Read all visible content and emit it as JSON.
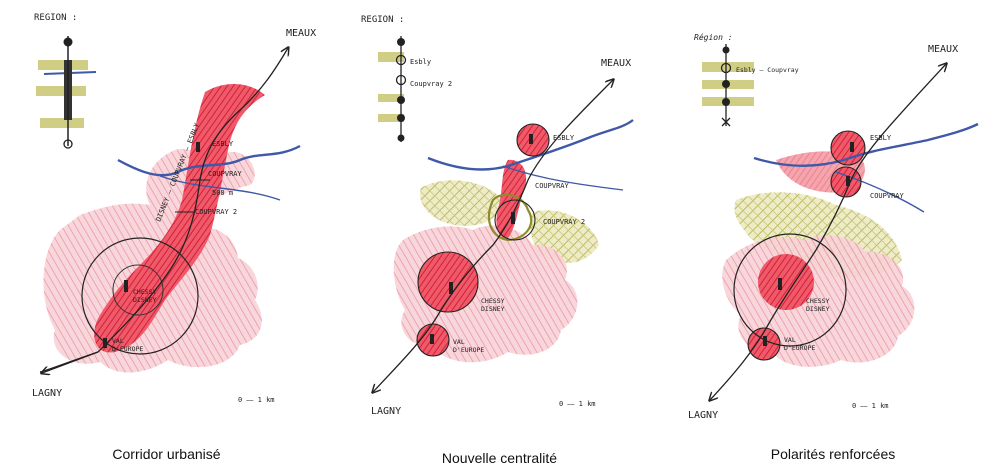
{
  "colors": {
    "red": "#e2263a",
    "pink": "#ef8f9c",
    "olive": "#a4a235",
    "blue": "#3f58a8",
    "ink": "#222222"
  },
  "panels": [
    {
      "caption": "Corridor urbanisé",
      "region_label": "REGION :",
      "places": {
        "meaux": "MEAUX",
        "lagny": "LAGNY",
        "esbly": "ESBLY",
        "coupvray": "COUPVRAY",
        "coupvray2": "COUPVRAY 2",
        "chessy": "CHESSY",
        "disney": "DISNEY",
        "val": "VAL",
        "europe": "D'EUROPE",
        "corridor": "DISNEY – COUPVRAY – ESBLY",
        "dist": "500 m"
      },
      "scale": "0 ⎯⎯ 1 km"
    },
    {
      "caption": "Nouvelle centralité",
      "region_label": "REGION :",
      "legend": [
        "Esbly",
        "Coupvray 2"
      ],
      "places": {
        "meaux": "MEAUX",
        "lagny": "LAGNY",
        "esbly": "ESBLY",
        "coupvray": "COUPVRAY",
        "coupvray2": "COUPVRAY 2",
        "chessy": "CHESSY",
        "disney": "DISNEY",
        "val": "VAL",
        "europe": "D'EUROPE"
      },
      "scale": "0 ⎯⎯ 1 km"
    },
    {
      "caption": "Polarités renforcées",
      "region_label": "Région :",
      "legend": [
        "Esbly – Coupvray"
      ],
      "places": {
        "meaux": "MEAUX",
        "lagny": "LAGNY",
        "esbly": "ESBLY",
        "coupvray": "COUPVRAY",
        "chessy": "CHESSY",
        "disney": "DISNEY",
        "val": "VAL",
        "europe": "D'EUROPE"
      },
      "scale": "0 ⎯⎯ 1 km"
    }
  ]
}
